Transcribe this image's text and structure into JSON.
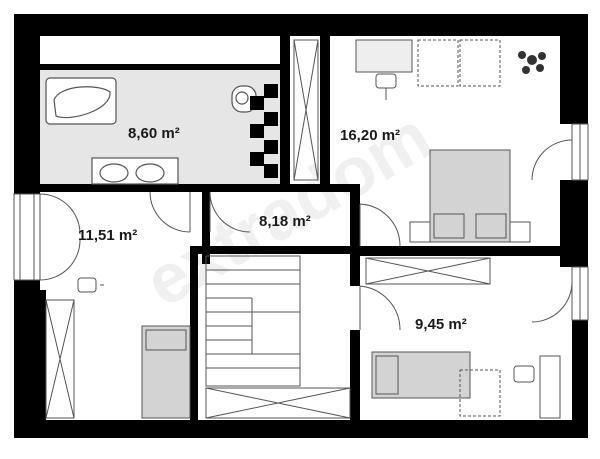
{
  "floor_plan": {
    "watermark": "extradom",
    "rooms": [
      {
        "id": "bathroom",
        "area": "8,60 m²"
      },
      {
        "id": "bedroom-large",
        "area": "16,20 m²"
      },
      {
        "id": "bedroom-left",
        "area": "11,51 m²"
      },
      {
        "id": "hall",
        "area": "8,18 m²"
      },
      {
        "id": "bedroom-small",
        "area": "9,45 m²"
      }
    ],
    "colors": {
      "wall": "#000000",
      "bathroom_floor": "#e6e6e6",
      "furniture_fill": "#d3d3d3",
      "line": "#555555"
    }
  }
}
